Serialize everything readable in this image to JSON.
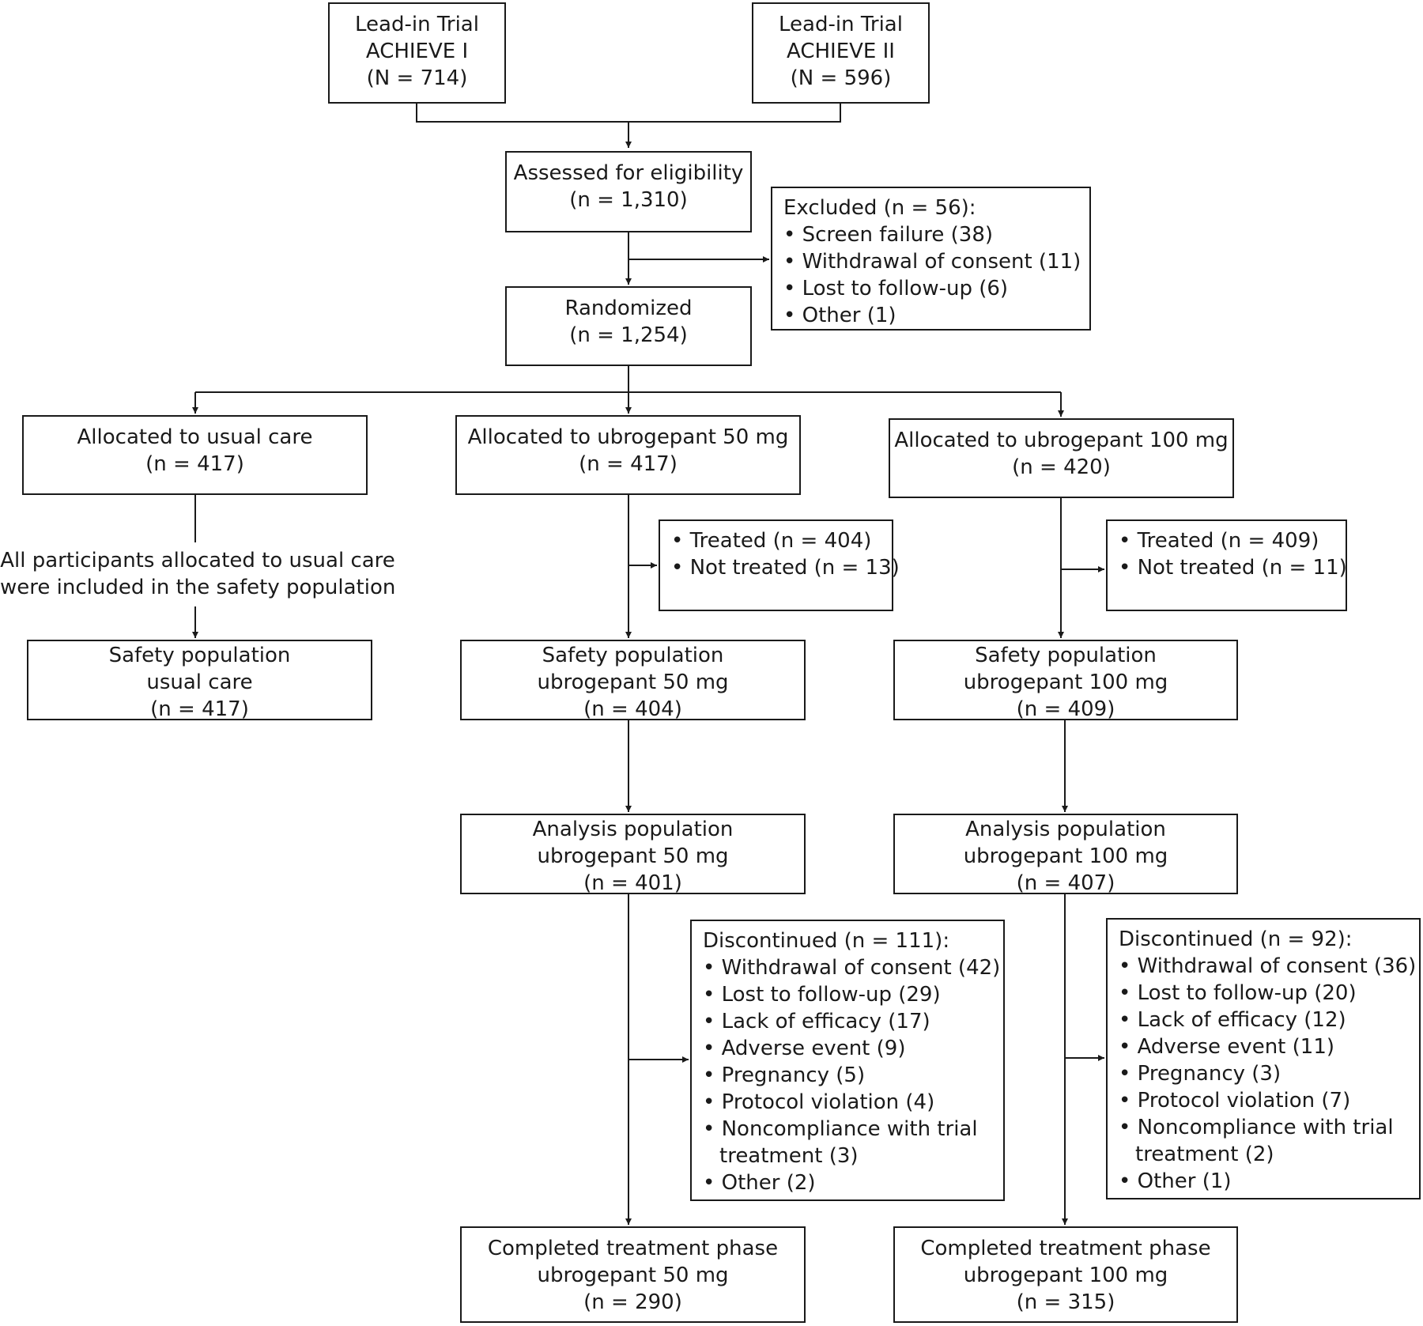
{
  "lead_in_1": {
    "title": "Lead-in Trial",
    "name": "ACHIEVE I",
    "n": "(N = 714)"
  },
  "lead_in_2": {
    "title": "Lead-in Trial",
    "name": "ACHIEVE II",
    "n": "(N = 596)"
  },
  "eligibility": {
    "title": "Assessed for eligibility",
    "n": "(n = 1,310)"
  },
  "excluded": {
    "title": "Excluded (n = 56):",
    "items": [
      "• Screen failure (38)",
      "• Withdrawal of consent (11)",
      "• Lost to follow-up (6)",
      "• Other (1)"
    ]
  },
  "randomized": {
    "title": "Randomized",
    "n": "(n = 1,254)"
  },
  "alloc_usual": {
    "title": "Allocated to usual care",
    "n": "(n = 417)"
  },
  "alloc_50": {
    "title": "Allocated to ubrogepant 50 mg",
    "n": "(n = 417)"
  },
  "alloc_100": {
    "title": "Allocated to ubrogepant 100 mg",
    "n": "(n = 420)"
  },
  "usual_note": {
    "line1": "All participants allocated to usual care",
    "line2": "were included in the safety population"
  },
  "treated_50": {
    "items": [
      "• Treated (n = 404)",
      "• Not treated (n = 13)"
    ]
  },
  "treated_100": {
    "items": [
      "• Treated (n = 409)",
      "• Not treated (n = 11)"
    ]
  },
  "safety_usual": {
    "line1": "Safety population",
    "line2": "usual care",
    "n": "(n = 417)"
  },
  "safety_50": {
    "line1": "Safety population",
    "line2": "ubrogepant 50 mg",
    "n": "(n = 404)"
  },
  "safety_100": {
    "line1": "Safety population",
    "line2": "ubrogepant 100 mg",
    "n": "(n = 409)"
  },
  "analysis_50": {
    "line1": "Analysis population",
    "line2": "ubrogepant 50 mg",
    "n": "(n = 401)"
  },
  "analysis_100": {
    "line1": "Analysis population",
    "line2": "ubrogepant 100 mg",
    "n": "(n = 407)"
  },
  "discontinued_50": {
    "title": "Discontinued (n = 111):",
    "items": [
      "• Withdrawal of consent (42)",
      "• Lost to follow-up (29)",
      "• Lack of efficacy (17)",
      "• Adverse event (9)",
      "• Pregnancy (5)",
      "• Protocol violation (4)",
      "• Noncompliance with trial",
      "treatment (3)",
      "• Other (2)"
    ]
  },
  "discontinued_100": {
    "title": "Discontinued (n = 92):",
    "items": [
      "• Withdrawal of consent (36)",
      "• Lost to follow-up (20)",
      "• Lack of efficacy (12)",
      "• Adverse event (11)",
      "• Pregnancy (3)",
      "• Protocol violation (7)",
      "• Noncompliance with trial",
      "treatment (2)",
      "• Other (1)"
    ]
  },
  "completed_50": {
    "line1": "Completed treatment phase",
    "line2": "ubrogepant 50 mg",
    "n": "(n = 290)"
  },
  "completed_100": {
    "line1": "Completed treatment phase",
    "line2": "ubrogepant 100 mg",
    "n": "(n = 315)"
  }
}
